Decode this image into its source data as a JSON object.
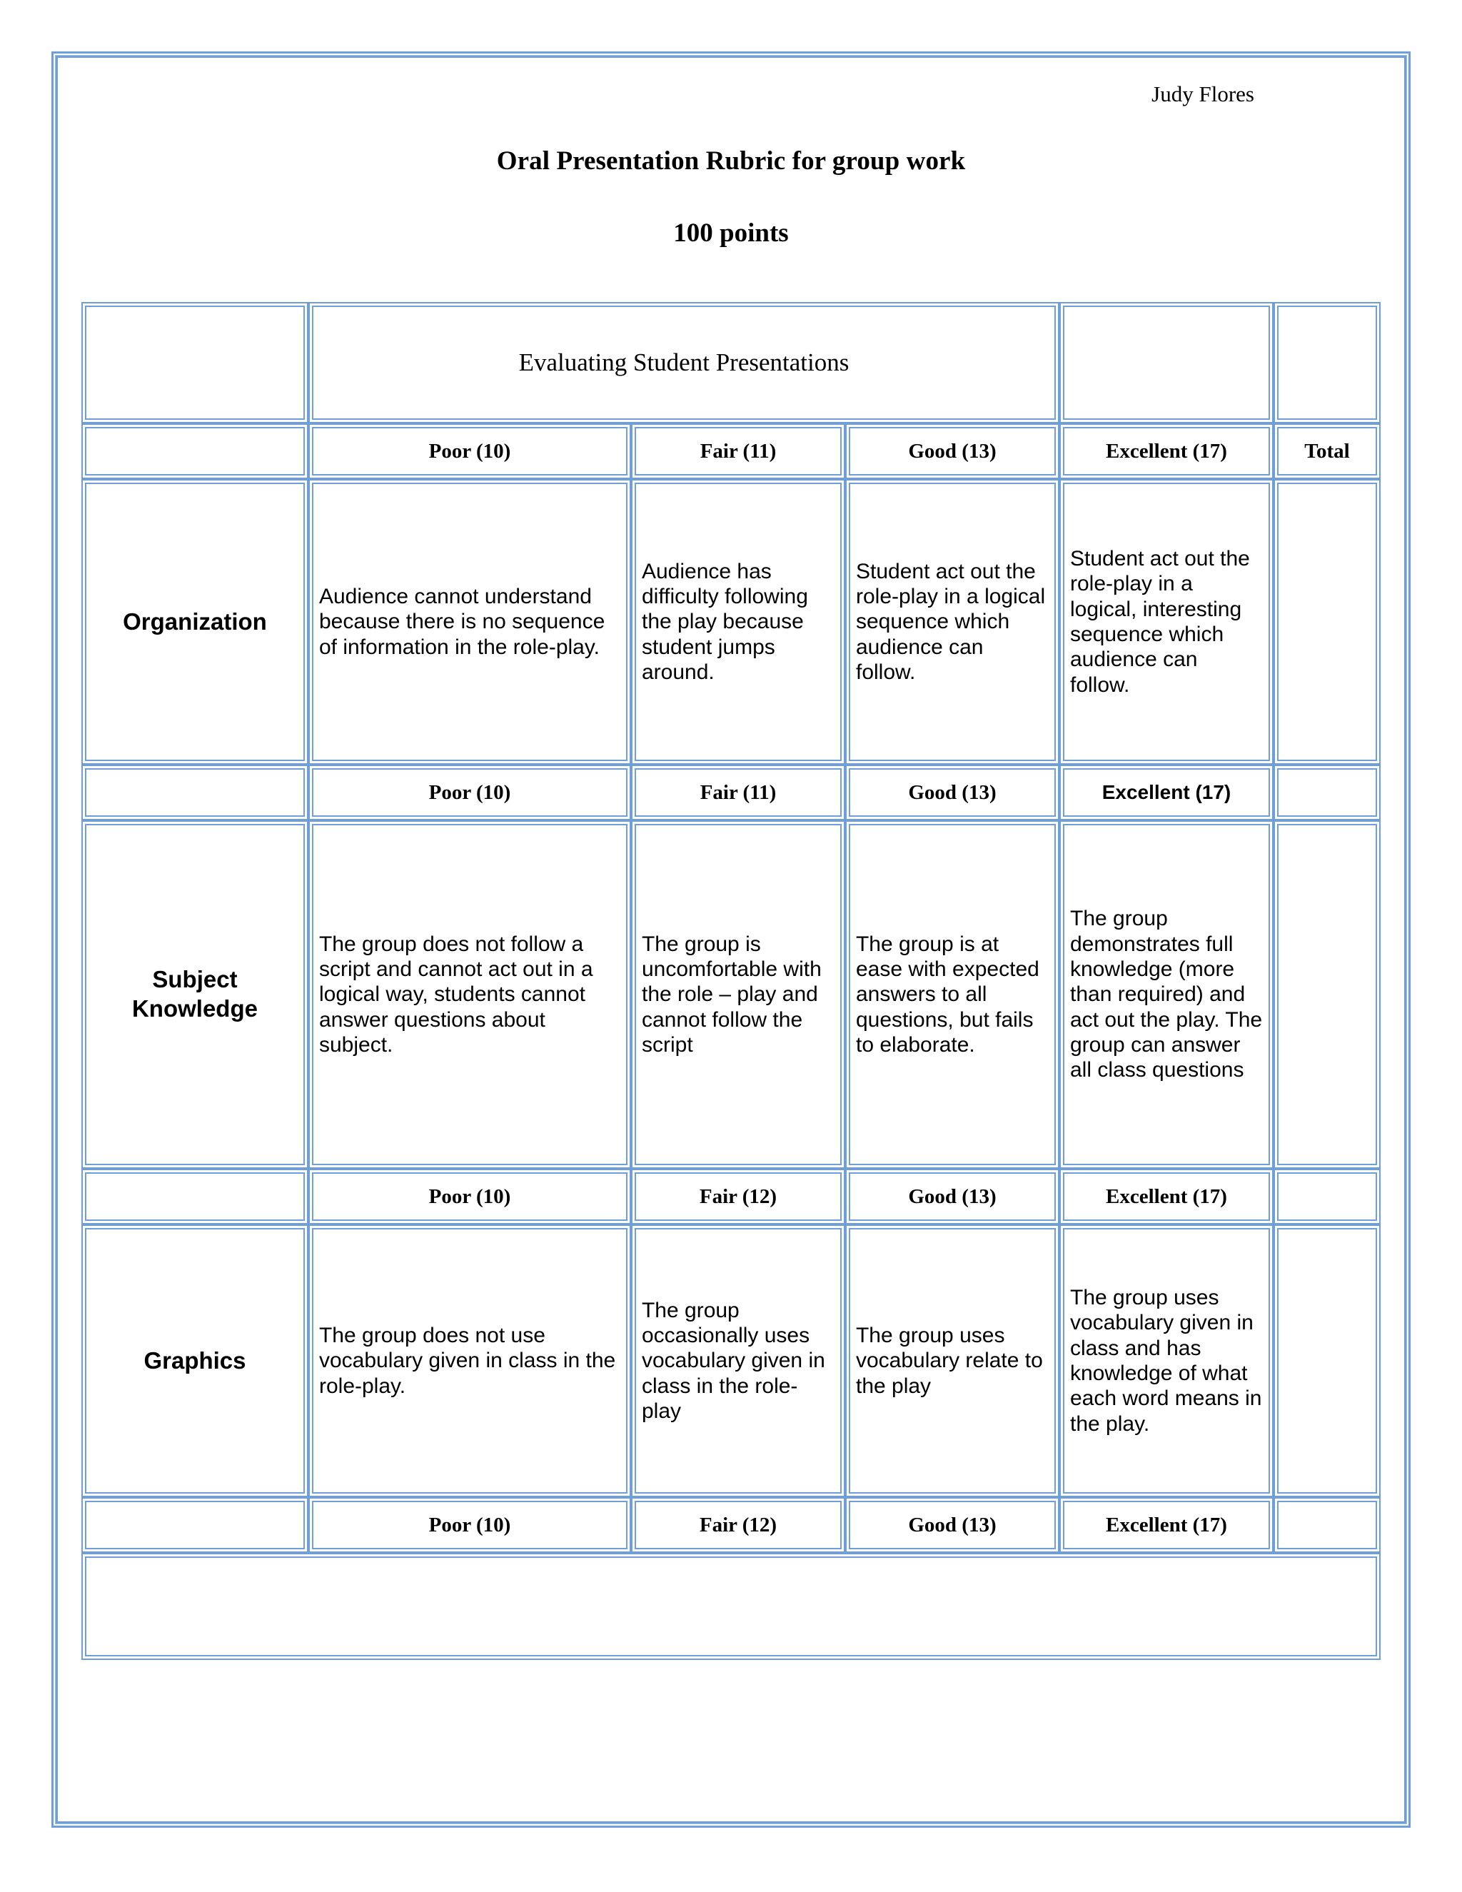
{
  "document": {
    "author": "Judy Flores",
    "title": "Oral Presentation Rubric for group work",
    "subtitle": "100 points"
  },
  "table": {
    "banner": "Evaluating Student Presentations",
    "total_column_header": "Total",
    "scale_rows": [
      {
        "poor": "Poor (10)",
        "fair": "Fair (11)",
        "good": "Good (13)",
        "excellent": "Excellent (17)"
      },
      {
        "poor": "Poor (10)",
        "fair": "Fair (11)",
        "good": "Good (13)",
        "excellent": "Excellent (17)"
      },
      {
        "poor": "Poor (10)",
        "fair": "Fair (12)",
        "good": "Good (13)",
        "excellent": "Excellent (17)"
      },
      {
        "poor": "Poor (10)",
        "fair": "Fair (12)",
        "good": "Good (13)",
        "excellent": "Excellent (17)"
      }
    ],
    "criteria": [
      {
        "name": "Organization",
        "poor": "Audience cannot understand because there is no sequence of information in the role-play.",
        "fair": "Audience has difficulty following the play because student jumps around.",
        "good": "Student act out the role-play in a logical sequence which audience can follow.",
        "excellent": "Student act out the role-play in a logical, interesting sequence which audience can follow."
      },
      {
        "name": "Subject Knowledge",
        "poor": " The group does not follow a script and cannot act out in a logical way, students cannot answer questions about subject.",
        "fair": "The group is uncomfortable with the role – play and cannot follow the script",
        "good": "The group is at ease with expected answers to all questions, but fails to elaborate.",
        "excellent": "The group demonstrates full knowledge (more than required) and act out the play. The group can answer all class questions"
      },
      {
        "name": "Graphics",
        "poor": "The group does not use vocabulary given in class in the role-play.",
        "fair": "The group occasionally uses vocabulary given in class in the role-play",
        "good": "The group uses vocabulary relate to the play",
        "excellent": "The group uses vocabulary given in class and has knowledge of what each word means in the play."
      }
    ]
  },
  "colors": {
    "border_blue": "#6f9fd8",
    "border_blue_light": "#9dbde4",
    "text": "#000000",
    "page_background": "#ffffff"
  }
}
